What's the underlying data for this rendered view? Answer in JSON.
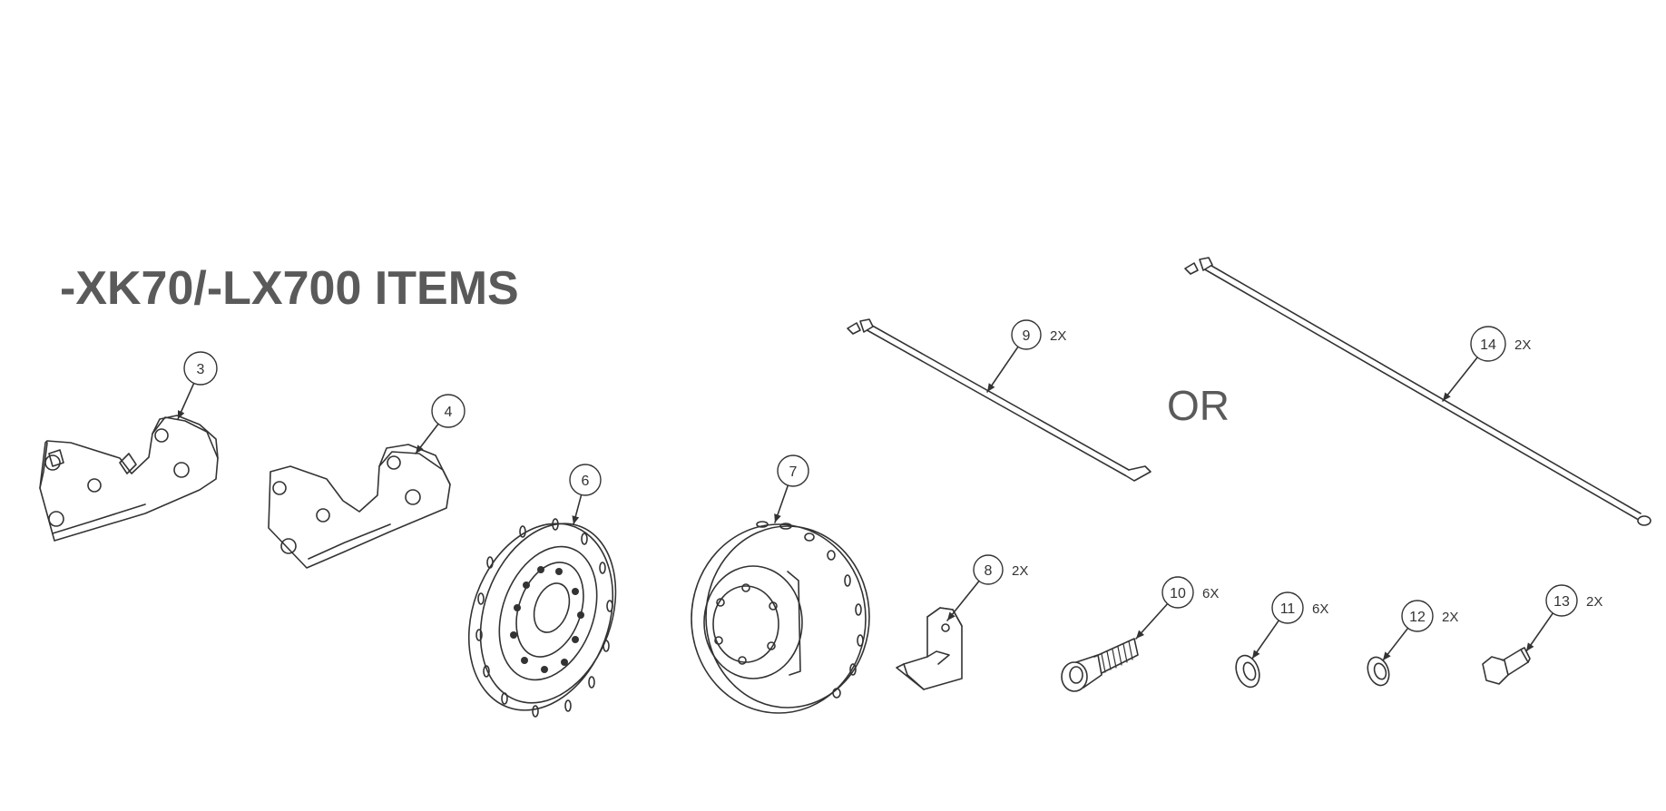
{
  "title": "-XK70/-LX700 ITEMS",
  "separator": "OR",
  "colors": {
    "line": "#333333",
    "title": "#5a5a5a"
  },
  "items": [
    {
      "number": "3",
      "qty": ""
    },
    {
      "number": "4",
      "qty": ""
    },
    {
      "number": "6",
      "qty": ""
    },
    {
      "number": "7",
      "qty": ""
    },
    {
      "number": "8",
      "qty": "2X"
    },
    {
      "number": "9",
      "qty": "2X"
    },
    {
      "number": "10",
      "qty": "6X"
    },
    {
      "number": "11",
      "qty": "6X"
    },
    {
      "number": "12",
      "qty": "2X"
    },
    {
      "number": "13",
      "qty": "2X"
    },
    {
      "number": "14",
      "qty": "2X"
    }
  ]
}
